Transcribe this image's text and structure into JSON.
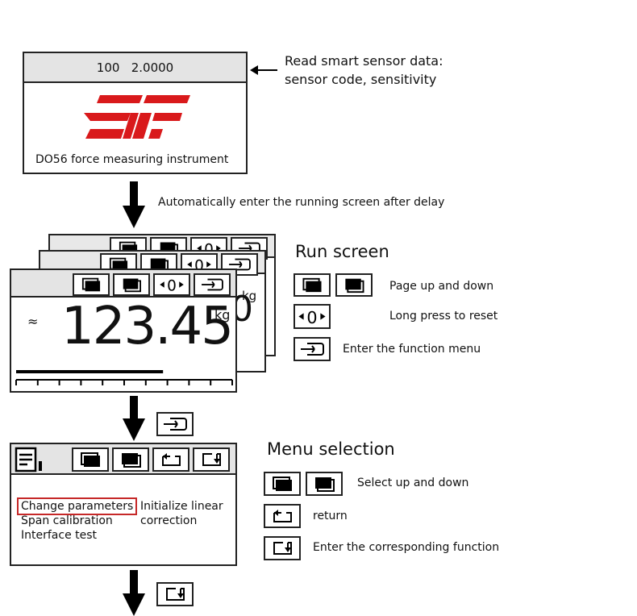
{
  "boot_screen": {
    "sensor_readout": "100   2.0000",
    "instrument_name": "DO56 force measuring instrument",
    "note_line1": "Read smart sensor data:",
    "note_line2": "sensor code, sensitivity"
  },
  "transition1": {
    "text": "Automatically enter the running screen after delay"
  },
  "run_screen": {
    "title": "Run screen",
    "stable_symbol": "≈",
    "value": "123.45",
    "unit": "kg",
    "bg_unit": "kg",
    "bg_digit": "0",
    "bar_level": 0.68,
    "legend": {
      "page": "Page up and down",
      "reset": "Long press to reset",
      "enter": "Enter the function menu"
    }
  },
  "menu_screen": {
    "title": "Menu selection",
    "items": {
      "change_parameters": "Change parameters",
      "span_calibration": "Span calibration",
      "interface_test": "Interface test",
      "initialize_linear_line1": "Initialize linear",
      "initialize_linear_line2": "correction"
    },
    "legend": {
      "select": "Select up and down",
      "return": "return",
      "enter": "Enter the corresponding function"
    },
    "highlight_color": "#c62828"
  },
  "icons": [
    "page-up-icon",
    "page-down-icon",
    "zero-reset-icon",
    "enter-menu-icon",
    "return-icon",
    "enter-function-icon",
    "menu-list-icon"
  ],
  "colors": {
    "brand_red": "#d9191b",
    "border": "#222222",
    "header_gray": "#e4e4e4"
  }
}
